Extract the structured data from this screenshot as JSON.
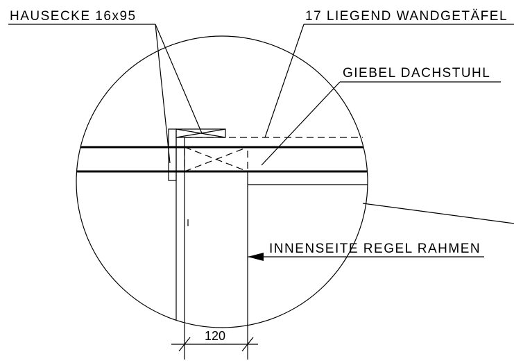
{
  "labels": {
    "hausecke": "HAUSECKE 16x95",
    "wandgetaefel": "17 LIEGEND WANDGETÄFEL",
    "giebel": "GIEBEL DACHSTUHL",
    "innenseite": "INNENSEITE REGEL RAHMEN"
  },
  "dimension": {
    "value": "120"
  }
}
